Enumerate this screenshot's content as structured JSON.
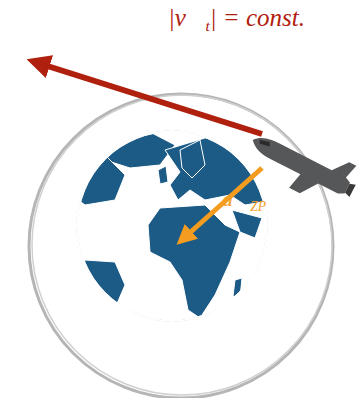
{
  "diagram": {
    "labels": [
      "|v⃗",
      "t",
      "| = const.",
      "a⃗",
      "ZP"
    ]
  }
}
